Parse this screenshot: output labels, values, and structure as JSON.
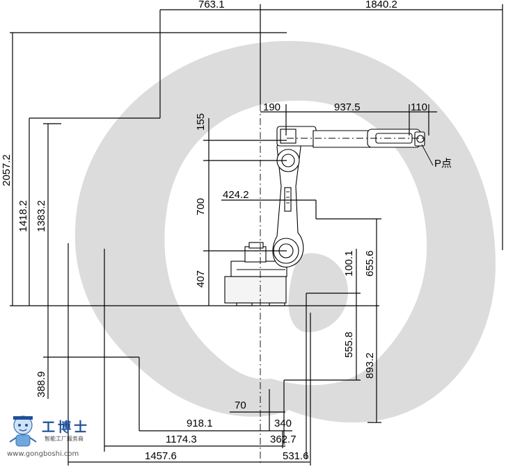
{
  "dimensions": {
    "top_left": "763.1",
    "top_right": "1840.2",
    "arm_base": "190",
    "arm_length": "937.5",
    "wrist": "110",
    "height_total": "2057.2",
    "height_1418": "1418.2",
    "height_1383": "1383.2",
    "link_155": "155",
    "link_700": "700",
    "offset_424": "424.2",
    "base_407": "407",
    "low_100": "100.1",
    "right_655": "655.6",
    "low_555": "555.8",
    "right_893": "893.2",
    "left_388": "388.9",
    "bottom_70": "70",
    "bottom_918": "918.1",
    "bottom_340": "340",
    "bottom_1174": "1174.3",
    "bottom_362": "362.7",
    "bottom_1457": "1457.6",
    "bottom_531": "531.6"
  },
  "point_label": "P点",
  "logo": {
    "brand": "工博士",
    "subtitle": "智能工厂服务商",
    "url": "www.gongboshi.com"
  }
}
